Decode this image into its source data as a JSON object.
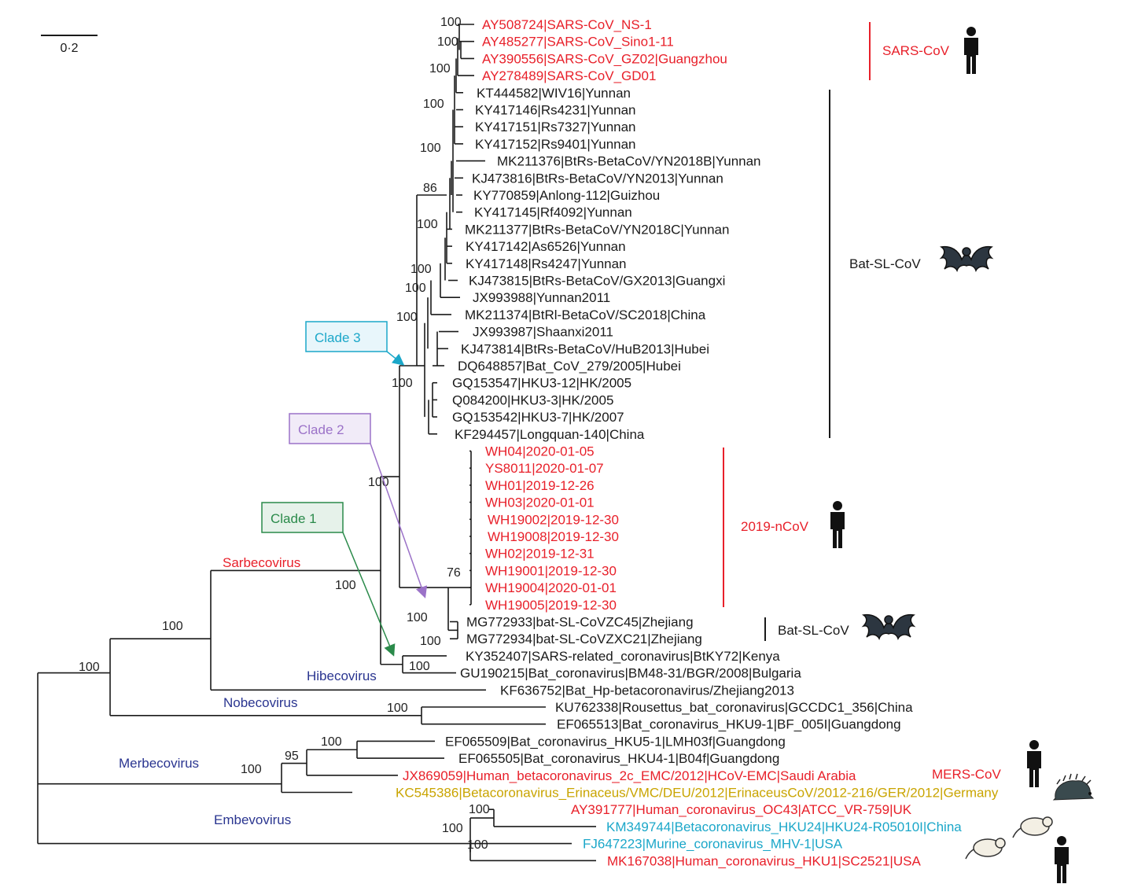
{
  "scale_bar": {
    "label": "0·2"
  },
  "colors": {
    "red": "#e8202a",
    "black": "#1a1a1a",
    "blue": "#2a3590",
    "yellow": "#c9a400",
    "cyan": "#1ba7c9",
    "clade3": "#1ba7c9",
    "clade2": "#9b72c8",
    "clade1": "#2a8a4a",
    "clade1_fill": "#e6f2ea",
    "clade2_fill": "#f1ebf8",
    "clade3_fill": "#e8f6fb"
  },
  "taxa": [
    {
      "label": "AY508724|SARS-CoV_NS-1",
      "color": "red"
    },
    {
      "label": "AY485277|SARS-CoV_Sino1-11",
      "color": "red"
    },
    {
      "label": "AY390556|SARS-CoV_GZ02|Guangzhou",
      "color": "red"
    },
    {
      "label": "AY278489|SARS-CoV_GD01",
      "color": "red"
    },
    {
      "label": "KT444582|WIV16|Yunnan",
      "color": "black"
    },
    {
      "label": "KY417146|Rs4231|Yunnan",
      "color": "black"
    },
    {
      "label": "KY417151|Rs7327|Yunnan",
      "color": "black"
    },
    {
      "label": "KY417152|Rs9401|Yunnan",
      "color": "black"
    },
    {
      "label": "MK211376|BtRs-BetaCoV/YN2018B|Yunnan",
      "color": "black"
    },
    {
      "label": "KJ473816|BtRs-BetaCoV/YN2013|Yunnan",
      "color": "black"
    },
    {
      "label": "KY770859|Anlong-112|Guizhou",
      "color": "black"
    },
    {
      "label": "KY417145|Rf4092|Yunnan",
      "color": "black"
    },
    {
      "label": "MK211377|BtRs-BetaCoV/YN2018C|Yunnan",
      "color": "black"
    },
    {
      "label": "KY417142|As6526|Yunnan",
      "color": "black"
    },
    {
      "label": "KY417148|Rs4247|Yunnan",
      "color": "black"
    },
    {
      "label": "KJ473815|BtRs-BetaCoV/GX2013|Guangxi",
      "color": "black"
    },
    {
      "label": "JX993988|Yunnan2011",
      "color": "black"
    },
    {
      "label": "MK211374|BtRl-BetaCoV/SC2018|China",
      "color": "black"
    },
    {
      "label": "JX993987|Shaanxi2011",
      "color": "black"
    },
    {
      "label": "KJ473814|BtRs-BetaCoV/HuB2013|Hubei",
      "color": "black"
    },
    {
      "label": "DQ648857|Bat_CoV_279/2005|Hubei",
      "color": "black"
    },
    {
      "label": "GQ153547|HKU3-12|HK/2005",
      "color": "black"
    },
    {
      "label": "Q084200|HKU3-3|HK/2005",
      "color": "black"
    },
    {
      "label": "GQ153542|HKU3-7|HK/2007",
      "color": "black"
    },
    {
      "label": "KF294457|Longquan-140|China",
      "color": "black"
    },
    {
      "label": "WH04|2020-01-05",
      "color": "red"
    },
    {
      "label": "YS8011|2020-01-07",
      "color": "red"
    },
    {
      "label": "WH01|2019-12-26",
      "color": "red"
    },
    {
      "label": "WH03|2020-01-01",
      "color": "red"
    },
    {
      "label": "WH19002|2019-12-30",
      "color": "red"
    },
    {
      "label": "WH19008|2019-12-30",
      "color": "red"
    },
    {
      "label": "WH02|2019-12-31",
      "color": "red"
    },
    {
      "label": "WH19001|2019-12-30",
      "color": "red"
    },
    {
      "label": "WH19004|2020-01-01",
      "color": "red"
    },
    {
      "label": "WH19005|2019-12-30",
      "color": "red"
    },
    {
      "label": "MG772933|bat-SL-CoVZC45|Zhejiang",
      "color": "black"
    },
    {
      "label": "MG772934|bat-SL-CoVZXC21|Zhejiang",
      "color": "black"
    },
    {
      "label": "KY352407|SARS-related_coronavirus|BtKY72|Kenya",
      "color": "black"
    },
    {
      "label": "GU190215|Bat_coronavirus|BM48-31/BGR/2008|Bulgaria",
      "color": "black"
    },
    {
      "label": "KF636752|Bat_Hp-betacoronavirus/Zhejiang2013",
      "color": "black"
    },
    {
      "label": "KU762338|Rousettus_bat_coronavirus|GCCDC1_356|China",
      "color": "black"
    },
    {
      "label": "EF065513|Bat_coronavirus_HKU9-1|BF_005I|Guangdong",
      "color": "black"
    },
    {
      "label": "EF065509|Bat_coronavirus_HKU5-1|LMH03f|Guangdong",
      "color": "black"
    },
    {
      "label": "EF065505|Bat_coronavirus_HKU4-1|B04f|Guangdong",
      "color": "black"
    },
    {
      "label": "JX869059|Human_betacoronavirus_2c_EMC/2012|HCoV-EMC|Saudi Arabia",
      "color": "red"
    },
    {
      "label": "KC545386|Betacoronavirus_Erinaceus/VMC/DEU/2012|ErinaceusCoV/2012-216/GER/2012|Germany",
      "color": "yellow"
    },
    {
      "label": "AY391777|Human_coronavirus_OC43|ATCC_VR-759|UK",
      "color": "red"
    },
    {
      "label": "KM349744|Betacoronavirus_HKU24|HKU24-R05010I|China",
      "color": "cyan"
    },
    {
      "label": "FJ647223|Murine_coronavirus_MHV-1|USA",
      "color": "cyan"
    },
    {
      "label": "MK167038|Human_coronavirus_HKU1|SC2521|USA",
      "color": "red"
    }
  ],
  "support_values": [
    "100",
    "100",
    "100",
    "100",
    "100",
    "86",
    "100",
    "100",
    "100",
    "100",
    "100",
    "100",
    "76",
    "100",
    "100",
    "100",
    "100",
    "100",
    "100",
    "100",
    "100",
    "95",
    "100",
    "100",
    "100",
    "100"
  ],
  "groups": [
    {
      "label": "SARS-CoV",
      "color": "red",
      "host": "human"
    },
    {
      "label": "Bat-SL-CoV",
      "color": "black",
      "host": "bat"
    },
    {
      "label": "2019-nCoV",
      "color": "red",
      "host": "human"
    },
    {
      "label": "Bat-SL-CoV",
      "color": "black",
      "host": "bat"
    },
    {
      "label": "MERS-CoV",
      "color": "red",
      "host": "human"
    }
  ],
  "subgenera": [
    {
      "label": "Sarbecovirus",
      "color": "red"
    },
    {
      "label": "Hibecovirus",
      "color": "blue"
    },
    {
      "label": "Nobecovirus",
      "color": "blue"
    },
    {
      "label": "Merbecovirus",
      "color": "blue"
    },
    {
      "label": "Embevovirus",
      "color": "blue"
    }
  ],
  "clades": [
    {
      "label": "Clade 3",
      "color": "clade3"
    },
    {
      "label": "Clade 2",
      "color": "clade2"
    },
    {
      "label": "Clade 1",
      "color": "clade1"
    }
  ],
  "icons": [
    "human-icon",
    "bat-icon",
    "hedgehog-icon",
    "rat-icon"
  ]
}
